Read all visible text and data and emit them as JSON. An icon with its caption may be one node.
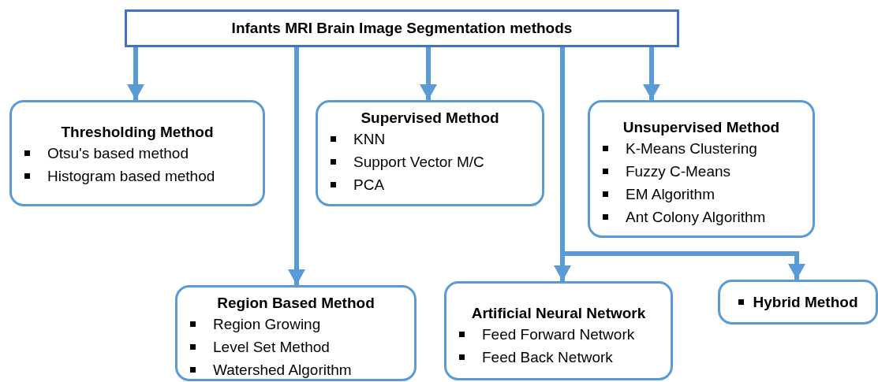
{
  "diagram": {
    "nodes": [
      {
        "text": [
          "Infants MRI Brain Image Segmentation methods"
        ]
      },
      {
        "text": [
          "Thresholding Method",
          "Otsu's based method",
          "Histogram based method"
        ]
      },
      {
        "text": [
          "Supervised Method",
          "KNN",
          "Support Vector M/C",
          "PCA"
        ]
      },
      {
        "text": [
          "Unsupervised Method",
          "K-Means Clustering",
          "Fuzzy C-Means",
          "EM Algorithm",
          "Ant Colony Algorithm"
        ]
      },
      {
        "text": [
          "Region Based Method",
          "Region Growing",
          "Level Set Method",
          "Watershed Algorithm"
        ]
      },
      {
        "text": [
          "Artificial Neural Network",
          "Feed Forward Network",
          "Feed Back Network"
        ]
      },
      {
        "text": [
          "Hybrid Method"
        ]
      }
    ],
    "edges": [
      {
        "from": 0,
        "to": 1,
        "arrow": "to"
      },
      {
        "from": 0,
        "to": 4,
        "arrow": "to"
      },
      {
        "from": 0,
        "to": 2,
        "arrow": "to"
      },
      {
        "from": 0,
        "to": 5,
        "arrow": "to"
      },
      {
        "from": 0,
        "to": 6,
        "arrow": "to"
      },
      {
        "from": 0,
        "to": 3,
        "arrow": "to"
      }
    ]
  }
}
